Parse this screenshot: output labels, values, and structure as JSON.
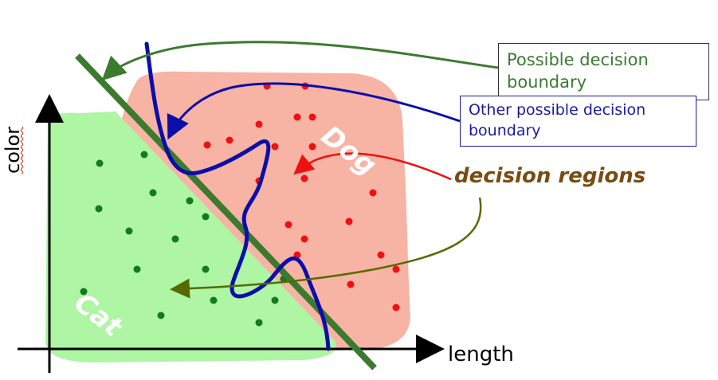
{
  "labels": {
    "x_axis": "length",
    "y_axis": "color",
    "dog_region": "Dog",
    "cat_region": "Cat",
    "decision_regions": "decision regions",
    "possible_boundary_line1": "Possible decision",
    "possible_boundary_line2": "boundary",
    "other_boundary_line1": "Other possible decision",
    "other_boundary_line2": "boundary"
  },
  "colors": {
    "dog_region": "#f7b3a3",
    "cat_region": "#aef5a4",
    "dog_point": "#ee1111",
    "cat_point": "#127a1f",
    "linear_boundary": "#3c7a30",
    "curvy_boundary": "#0b0ea8",
    "regions_arrow": "#556b00",
    "dog_arrow": "#ee1111"
  }
}
